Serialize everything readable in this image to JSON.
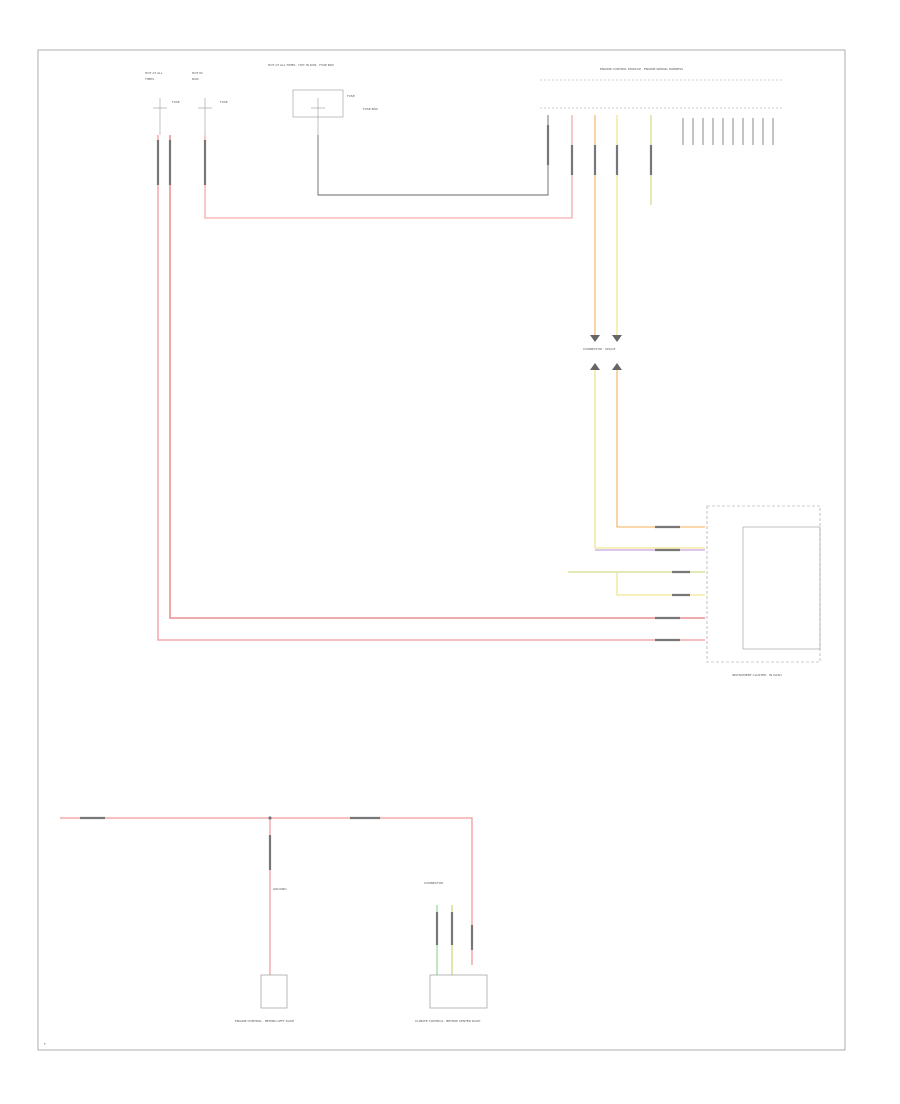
{
  "colors": {
    "red": "#f29a9a",
    "red_dark": "#e77a7a",
    "yellow": "#f0e07a",
    "orange": "#f2b25a",
    "purple": "#b78ce0",
    "olive": "#c8d26a",
    "green": "#8fd08f",
    "black": "#666666",
    "outline": "#9a9a9a"
  },
  "labels": {
    "fuse_box_title": "HOT AT ALL TIMES · HOT IN RUN · FUSE BOX",
    "ecu_title": "ENGINE CONTROL MODULE · ENGINE WIRING HARNESS",
    "splice_top": "CONNECTOR · SPLICE",
    "instrument_cluster": "INSTRUMENT CLUSTER · IN DASH",
    "ground": "GROUND",
    "splice_bottom": "CONNECTOR",
    "module_left": "ENGINE CONTROL · BEHIND LEFT DASH",
    "module_right": "CLIMATE CONTROL · BEHIND CENTER DASH",
    "corner_tag": "F"
  }
}
